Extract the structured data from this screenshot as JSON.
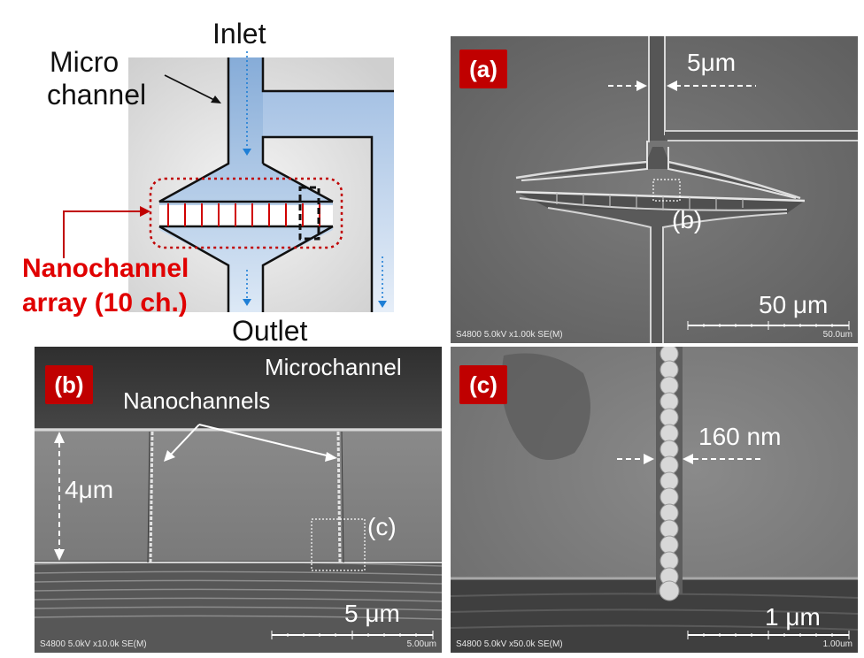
{
  "schematic": {
    "inlet_label": "Inlet",
    "outlet_label": "Outlet",
    "micro_label_line1": "Micro",
    "micro_label_line2": "channel",
    "nano_label_line1": "Nanochannel",
    "nano_label_line2": "array (10 ch.)"
  },
  "panel_a": {
    "tag": "(a)",
    "width_label": "5μm",
    "callout": "(b)",
    "scale_label": "50 μm",
    "footer": "S4800 5.0kV x1.00k SE(M)",
    "footer_scale": "50.0um"
  },
  "panel_b": {
    "tag": "(b)",
    "microchannel_label": "Microchannel",
    "nanochannels_label": "Nanochannels",
    "depth_label": "4μm",
    "callout": "(c)",
    "scale_label": "5 μm",
    "footer": "S4800 5.0kV x10.0k SE(M)",
    "footer_scale": "5.00um"
  },
  "panel_c": {
    "tag": "(c)",
    "width_label": "160 nm",
    "scale_label": "1 μm",
    "footer": "S4800 5.0kV x50.0k SE(M)",
    "footer_scale": "1.00um"
  },
  "colors": {
    "tag_bg": "#c00000",
    "nano_red": "#d00000",
    "channel_blue": "#8fb4dc"
  }
}
